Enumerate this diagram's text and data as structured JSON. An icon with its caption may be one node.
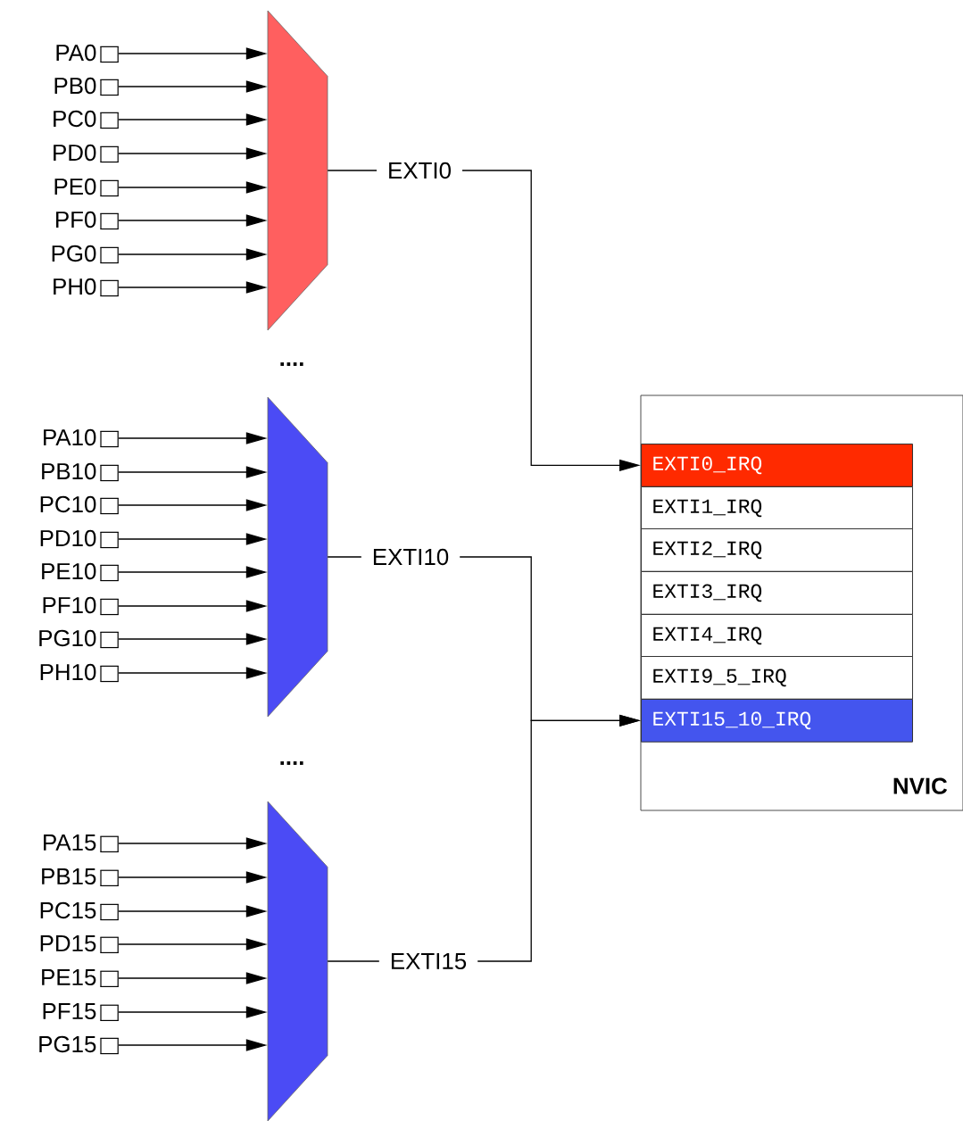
{
  "diagram": {
    "nodes": [
      {
        "text": [
          "PA0"
        ]
      },
      {
        "text": [
          "PB0"
        ]
      },
      {
        "text": [
          "PC0"
        ]
      },
      {
        "text": [
          "PD0"
        ]
      },
      {
        "text": [
          "PE0"
        ]
      },
      {
        "text": [
          "PF0"
        ]
      },
      {
        "text": [
          "PG0"
        ]
      },
      {
        "text": [
          "PH0"
        ]
      },
      {
        "text": [],
        "shape": "trapezoid"
      },
      {
        "text": [
          "PA10"
        ]
      },
      {
        "text": [
          "PB10"
        ]
      },
      {
        "text": [
          "PC10"
        ]
      },
      {
        "text": [
          "PD10"
        ]
      },
      {
        "text": [
          "PE10"
        ]
      },
      {
        "text": [
          "PF10"
        ]
      },
      {
        "text": [
          "PG10"
        ]
      },
      {
        "text": [
          "PH10"
        ]
      },
      {
        "text": [],
        "shape": "trapezoid"
      },
      {
        "text": [
          "PA15"
        ]
      },
      {
        "text": [
          "PB15"
        ]
      },
      {
        "text": [
          "PC15"
        ]
      },
      {
        "text": [
          "PD15"
        ]
      },
      {
        "text": [
          "PE15"
        ]
      },
      {
        "text": [
          "PF15"
        ]
      },
      {
        "text": [
          "PG15"
        ]
      },
      {
        "text": [],
        "shape": "trapezoid"
      },
      {
        "text": [
          "NVIC"
        ]
      },
      {
        "text": [
          "EXTI0_IRQ"
        ],
        "in": 26
      },
      {
        "text": [
          "EXTI1_IRQ"
        ],
        "in": 26
      },
      {
        "text": [
          "EXTI2_IRQ"
        ],
        "in": 26
      },
      {
        "text": [
          "EXTI3_IRQ"
        ],
        "in": 26
      },
      {
        "text": [
          "EXTI4_IRQ"
        ],
        "in": 26
      },
      {
        "text": [
          "EXTI9_5_IRQ"
        ],
        "in": 26
      },
      {
        "text": [
          "EXTI15_10_IRQ"
        ],
        "in": 26
      }
    ],
    "edges": [
      {
        "from": 0,
        "to": 8,
        "arrow": "to"
      },
      {
        "from": 1,
        "to": 8,
        "arrow": "to"
      },
      {
        "from": 2,
        "to": 8,
        "arrow": "to"
      },
      {
        "from": 3,
        "to": 8,
        "arrow": "to"
      },
      {
        "from": 4,
        "to": 8,
        "arrow": "to"
      },
      {
        "from": 5,
        "to": 8,
        "arrow": "to"
      },
      {
        "from": 6,
        "to": 8,
        "arrow": "to"
      },
      {
        "from": 7,
        "to": 8,
        "arrow": "to"
      },
      {
        "from": 9,
        "to": 17,
        "arrow": "to"
      },
      {
        "from": 10,
        "to": 17,
        "arrow": "to"
      },
      {
        "from": 11,
        "to": 17,
        "arrow": "to"
      },
      {
        "from": 12,
        "to": 17,
        "arrow": "to"
      },
      {
        "from": 13,
        "to": 17,
        "arrow": "to"
      },
      {
        "from": 14,
        "to": 17,
        "arrow": "to"
      },
      {
        "from": 15,
        "to": 17,
        "arrow": "to"
      },
      {
        "from": 16,
        "to": 17,
        "arrow": "to"
      },
      {
        "from": 18,
        "to": 25,
        "arrow": "to"
      },
      {
        "from": 19,
        "to": 25,
        "arrow": "to"
      },
      {
        "from": 20,
        "to": 25,
        "arrow": "to"
      },
      {
        "from": 21,
        "to": 25,
        "arrow": "to"
      },
      {
        "from": 22,
        "to": 25,
        "arrow": "to"
      },
      {
        "from": 23,
        "to": 25,
        "arrow": "to"
      },
      {
        "from": 24,
        "to": 25,
        "arrow": "to"
      },
      {
        "from": 8,
        "to": 27,
        "arrow": "to",
        "label": "EXTI0"
      },
      {
        "from": 17,
        "to": 33,
        "arrow": "to",
        "label": "EXTI10"
      },
      {
        "from": 25,
        "to": 33,
        "arrow": "to",
        "label": "EXTI15"
      }
    ],
    "labels": [
      "....",
      "...."
    ]
  }
}
